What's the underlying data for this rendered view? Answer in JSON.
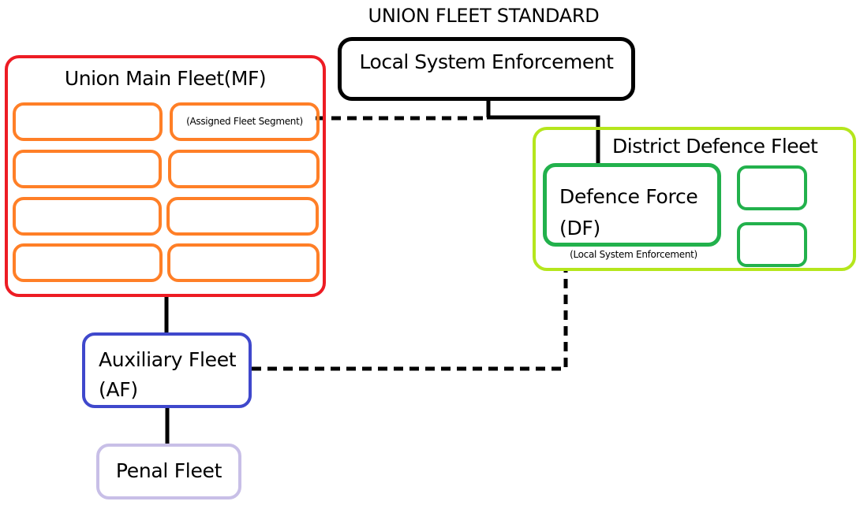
{
  "diagram": {
    "title": "UNION FLEET STANDARD",
    "nodes": {
      "local_system_enforcement": {
        "label": "Local System Enforcement",
        "border_color": "#000000"
      },
      "union_main_fleet": {
        "label": "Union Main Fleet(MF)",
        "border_color": "#ed1c24",
        "segments": [
          {
            "label": ""
          },
          {
            "label": "(Assigned Fleet Segment)"
          },
          {
            "label": ""
          },
          {
            "label": ""
          },
          {
            "label": ""
          },
          {
            "label": ""
          },
          {
            "label": ""
          },
          {
            "label": ""
          }
        ],
        "segment_color": "#ff7f27"
      },
      "district_defence_fleet": {
        "label": "District Defence Fleet",
        "border_color": "#b5e61d",
        "defence_force": {
          "label_line1": "Defence Force",
          "label_line2": "(DF)",
          "sublabel": "(Local System Enforcement)",
          "border_color": "#22b14c"
        },
        "sub_units": [
          {
            "label": ""
          },
          {
            "label": ""
          }
        ]
      },
      "auxiliary_fleet": {
        "label_line1": "Auxiliary Fleet",
        "label_line2": "(AF)",
        "border_color": "#3f48cc"
      },
      "penal_fleet": {
        "label": "Penal Fleet",
        "border_color": "#c8bfe7"
      }
    },
    "edges": [
      {
        "from": "local_system_enforcement",
        "to": "defence_force",
        "style": "solid"
      },
      {
        "from": "local_system_enforcement",
        "to": "assigned_fleet_segment",
        "style": "dashed"
      },
      {
        "from": "union_main_fleet",
        "to": "auxiliary_fleet",
        "style": "solid"
      },
      {
        "from": "auxiliary_fleet",
        "to": "penal_fleet",
        "style": "solid"
      },
      {
        "from": "auxiliary_fleet",
        "to": "district_defence_fleet",
        "style": "dashed"
      }
    ]
  }
}
